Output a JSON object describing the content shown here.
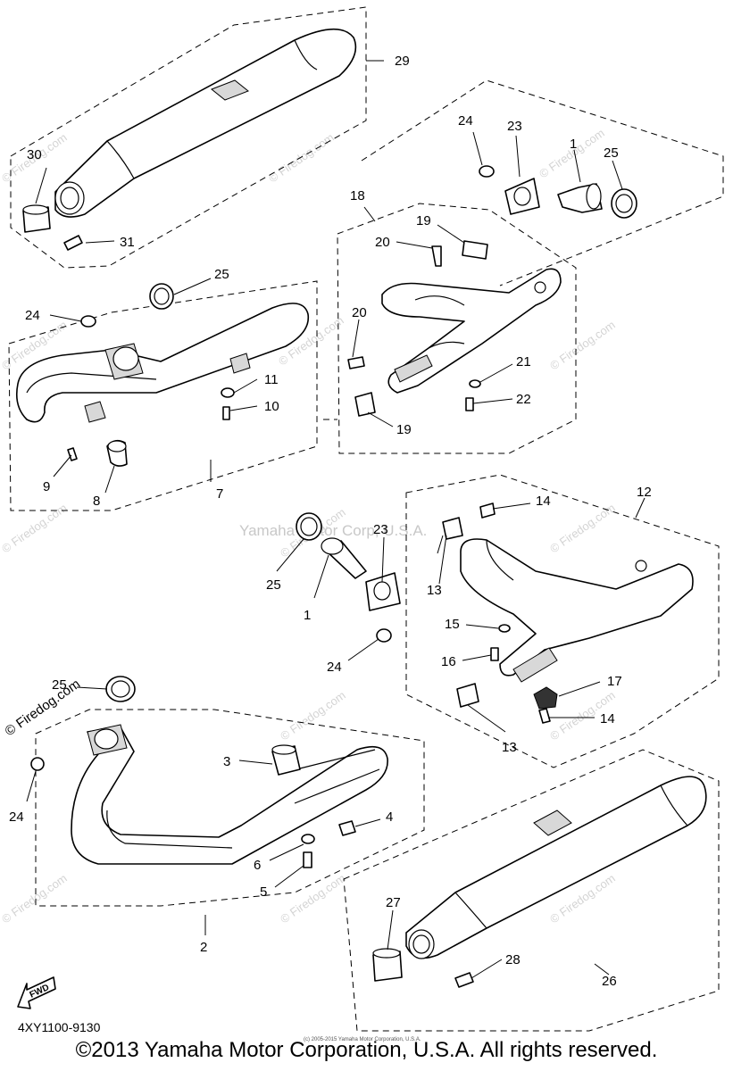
{
  "callouts": [
    "1",
    "2",
    "3",
    "4",
    "5",
    "6",
    "7",
    "8",
    "9",
    "10",
    "11",
    "12",
    "13",
    "14",
    "15",
    "16",
    "17",
    "18",
    "19",
    "20",
    "21",
    "22",
    "23",
    "24",
    "25",
    "26",
    "27",
    "28",
    "29",
    "30",
    "31"
  ],
  "watermark": {
    "brand": "© Firedog.com",
    "owner": "Yamaha Motor Corp, U.S.A."
  },
  "direction_label": "FWD",
  "part_code": "4XY1100-9130",
  "fine_print": "(c) 2005-2015 Yamaha Motor Corporation, U.S.A.",
  "copyright": "©2013 Yamaha Motor Corporation, U.S.A. All rights reserved."
}
